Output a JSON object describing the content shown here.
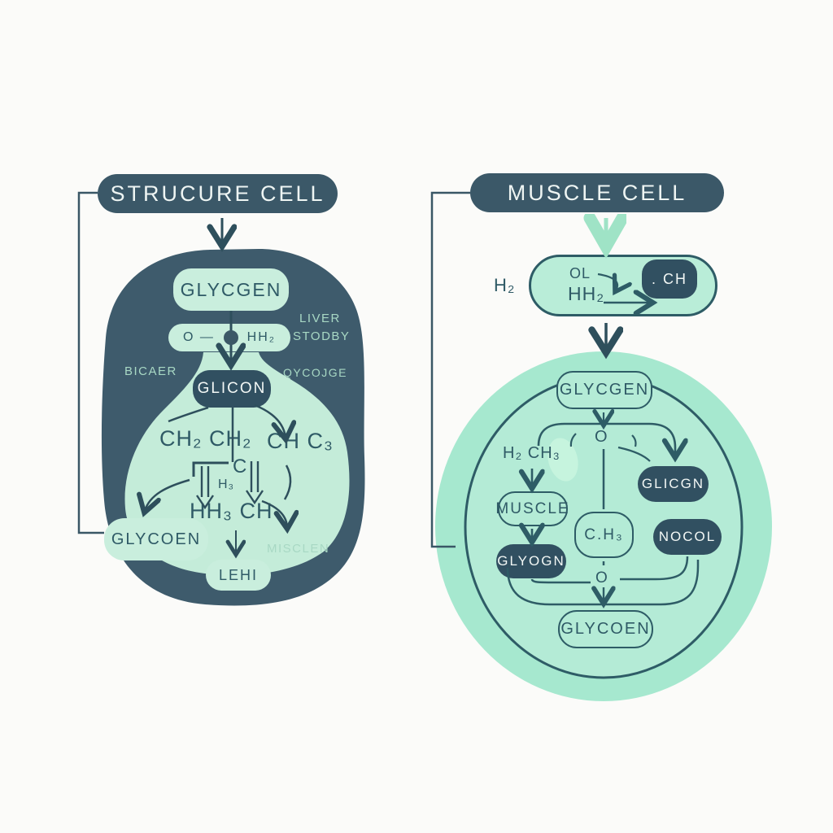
{
  "colors": {
    "background": "#fbfbf9",
    "dark_slate": "#3e5b6c",
    "header_fill": "#3b5868",
    "dark_box_fill": "#315061",
    "mint_light": "#c9eedd",
    "mint_mid": "#a6e8cf",
    "mint_inner": "#b4ebd6",
    "outline_teal": "#2e5c66",
    "text_dark_teal": "#2f5a66",
    "text_mint_on_dark": "#a8d8c4",
    "arrow_mint": "#9fe3c6",
    "text_white": "#f2f7f5"
  },
  "left": {
    "header": "STRUCURE CELL",
    "box_glycogen": "GLYCGEN",
    "pill_o": "O —",
    "pill_h": "HH₂",
    "label_liver_1": "LIVER",
    "label_liver_2": "STODBY",
    "label_bicaer": "BICAER",
    "label_glycouge": "QYCOJGE",
    "box_glicon": "GLICON",
    "formula_ch2": "CH₂ CH₂",
    "formula_chc3": "CH C₃",
    "formula_c": "C",
    "formula_h3": "H₃",
    "formula_hh3ch": "HH₃ CH",
    "box_glycoen": "GLYCOEN",
    "box_lehi": "LEHI",
    "label_misclen": "MISCLEN"
  },
  "right": {
    "header": "MUSCLE CELL",
    "label_h2": "H₂",
    "pill_ol": "OL",
    "pill_hh2": "HH₂",
    "pill_ch": ". CH",
    "box_glycgen": "GLYCGEN",
    "o_top": "O",
    "label_h2ch3": "H₂ CH₃",
    "box_muscle": "MUSCLE",
    "box_glyogn": "GLYOGN",
    "box_ch3": "C.H₃",
    "box_glicgn": "GLICGN",
    "box_nocol": "NOCOL",
    "o_bottom": "O",
    "box_glycoen": "GLYCOEN"
  }
}
